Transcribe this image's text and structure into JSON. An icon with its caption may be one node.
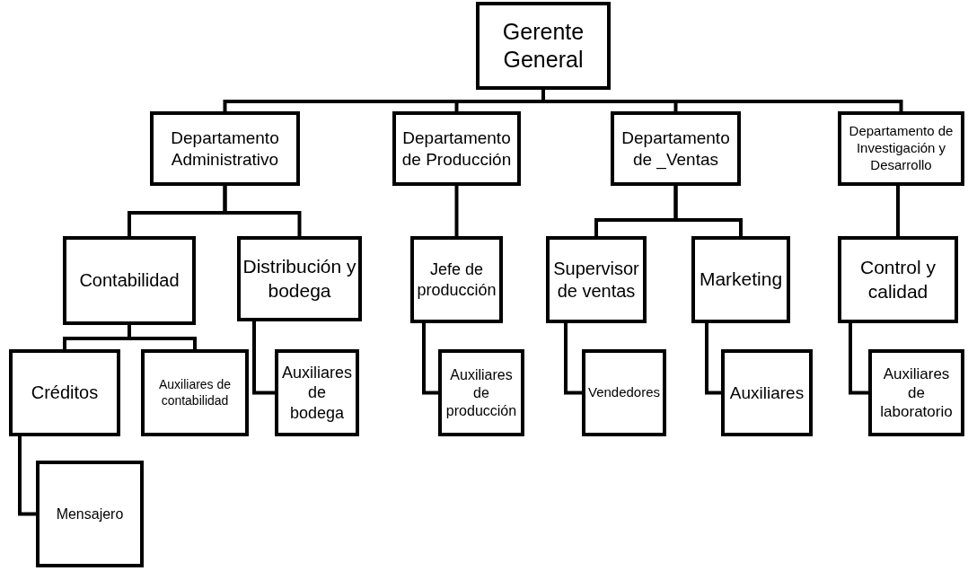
{
  "diagram": {
    "nodes": [
      {
        "text": [
          "Gerente General"
        ]
      },
      {
        "text": [
          "Departamento Administrativo"
        ]
      },
      {
        "text": [
          "Departamento de Producción"
        ]
      },
      {
        "text": [
          "Departamento de _Ventas"
        ]
      },
      {
        "text": [
          "Departamento de Investigación y Desarrollo"
        ]
      },
      {
        "text": [
          "Contabilidad"
        ]
      },
      {
        "text": [
          "Distribución y bodega"
        ]
      },
      {
        "text": [
          "Jefe de producción"
        ]
      },
      {
        "text": [
          "Supervisor de ventas"
        ]
      },
      {
        "text": [
          "Marketing"
        ]
      },
      {
        "text": [
          "Control y calidad"
        ]
      },
      {
        "text": [
          "Créditos"
        ]
      },
      {
        "text": [
          "Auxiliares de contabilidad"
        ]
      },
      {
        "text": [
          "Auxiliares de bodega"
        ]
      },
      {
        "text": [
          "Auxiliares de producción"
        ]
      },
      {
        "text": [
          "Vendedores"
        ]
      },
      {
        "text": [
          "Auxiliares"
        ]
      },
      {
        "text": [
          "Auxiliares de laboratorio"
        ]
      },
      {
        "text": [
          "Mensajero"
        ]
      }
    ],
    "edges": [
      {
        "from": 0,
        "to": 1,
        "arrow": "none"
      },
      {
        "from": 0,
        "to": 2,
        "arrow": "none"
      },
      {
        "from": 0,
        "to": 3,
        "arrow": "none"
      },
      {
        "from": 0,
        "to": 4,
        "arrow": "none"
      },
      {
        "from": 1,
        "to": 5,
        "arrow": "none"
      },
      {
        "from": 1,
        "to": 6,
        "arrow": "none"
      },
      {
        "from": 2,
        "to": 7,
        "arrow": "none"
      },
      {
        "from": 3,
        "to": 8,
        "arrow": "none"
      },
      {
        "from": 3,
        "to": 9,
        "arrow": "none"
      },
      {
        "from": 4,
        "to": 10,
        "arrow": "none"
      },
      {
        "from": 5,
        "to": 11,
        "arrow": "none"
      },
      {
        "from": 5,
        "to": 12,
        "arrow": "none"
      },
      {
        "from": 6,
        "to": 13,
        "arrow": "none"
      },
      {
        "from": 7,
        "to": 14,
        "arrow": "none"
      },
      {
        "from": 8,
        "to": 15,
        "arrow": "none"
      },
      {
        "from": 9,
        "to": 16,
        "arrow": "none"
      },
      {
        "from": 10,
        "to": 17,
        "arrow": "none"
      },
      {
        "from": 11,
        "to": 18,
        "arrow": "none"
      }
    ]
  }
}
